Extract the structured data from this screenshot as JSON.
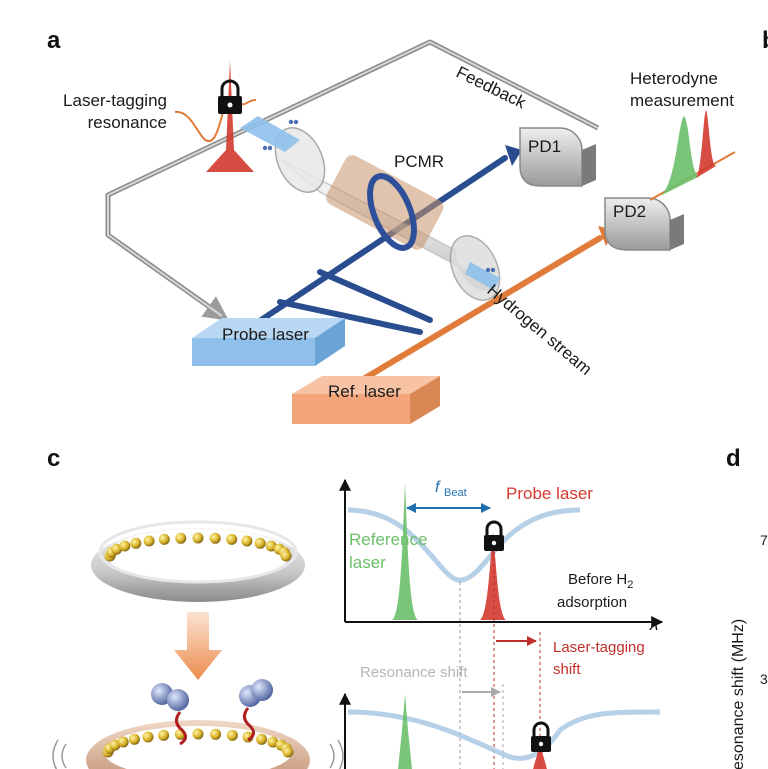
{
  "panels": {
    "a": "a",
    "b": "b",
    "c": "c",
    "d": "d"
  },
  "panel_a": {
    "laser_tagging_line1": "Laser-tagging",
    "laser_tagging_line2": "resonance",
    "feedback": "Feedback",
    "heterodyne_line1": "Heterodyne",
    "heterodyne_line2": "measurement",
    "pd1": "PD1",
    "pd2": "PD2",
    "pcmr": "PCMR",
    "probe_laser": "Probe laser",
    "ref_laser": "Ref. laser",
    "hydrogen_stream": "Hydrogen stream"
  },
  "panel_c": {
    "f_symbol": "f",
    "f_subscript": "Beat",
    "probe_laser": "Probe laser",
    "reference_line1": "Reference",
    "reference_line2": "laser",
    "before_line1": "Before H",
    "before_sub": "2",
    "before_line2": "adsorption",
    "lambda": "λ",
    "laser_tagging_line1": "Laser-tagging",
    "laser_tagging_line2": "shift",
    "resonance_shift": "Resonance shift"
  },
  "panel_d": {
    "ylabel_fragment": "esonance shift (MHz)",
    "tick_top": "7",
    "tick_mid": "3"
  },
  "colors": {
    "probe_red": "#d33a2f",
    "reference_green": "#6cc06a",
    "resonance_blue": "#a9c8e4",
    "beat_blue": "#1f6fb0",
    "probe_beam": "#2a4d8f",
    "ref_beam": "#e07b39",
    "probe_box": "#8ec0ea",
    "ref_box": "#f2a57a",
    "gray_text": "#b5b5b5"
  }
}
